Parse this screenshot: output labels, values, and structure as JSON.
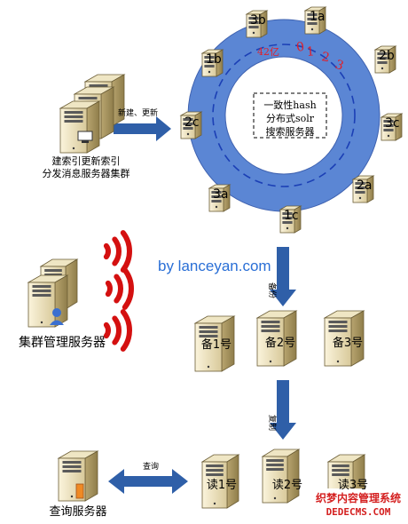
{
  "texts": {
    "ring_center": [
      "一致性hash",
      "分布式solr",
      "搜索服务器"
    ],
    "ring_count": "42亿",
    "ring_digits": [
      "0",
      "1",
      "2",
      "3"
    ],
    "index_cluster": [
      "建索引更新索引",
      "分发消息服务器集群"
    ],
    "arrow_update": "新建、更新",
    "cluster_mgr": "集群管理服务器",
    "watermark_by": "by lanceyan.com",
    "arrow_backup": "备份",
    "arrow_copy": "复制",
    "arrow_query": "查询",
    "query_server": "查询服务器",
    "logo_cn": "织梦内容管理系统",
    "logo_en": "DEDECMS.COM"
  },
  "ring_nodes": [
    "3b",
    "1a",
    "1b",
    "2b",
    "2c",
    "3c",
    "3a",
    "2a",
    "1c"
  ],
  "backup_servers": [
    "备1号",
    "备2号",
    "备3号"
  ],
  "read_servers": [
    "读1号",
    "读2号",
    "读3号"
  ],
  "colors": {
    "ring": "#5b86d4",
    "ring_dash": "#1b3fb5",
    "arrow": "#2f5fa8",
    "red_text": "#e0202a",
    "wave": "#d41010",
    "logo": "#d42020"
  }
}
